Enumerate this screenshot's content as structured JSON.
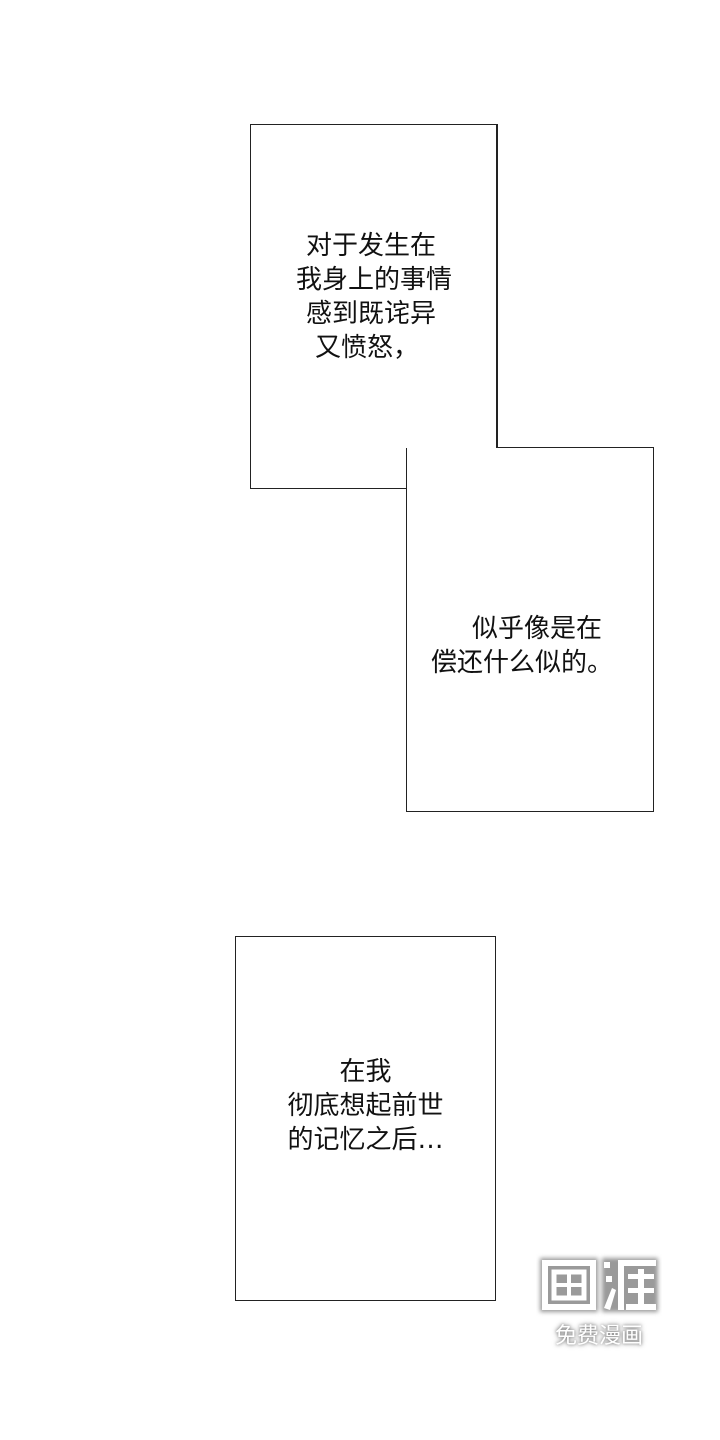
{
  "panels": [
    {
      "lines": [
        "对于发生在",
        "我身上的事情",
        "感到既诧异",
        "又愤怒，"
      ]
    },
    {
      "lines": [
        "似乎像是在",
        "偿还什么似的。"
      ]
    },
    {
      "lines": [
        "在我",
        "彻底想起前世",
        "的记忆之后…"
      ]
    }
  ],
  "watermark": {
    "logo_text": "画涯",
    "subtitle": "免费漫画"
  }
}
